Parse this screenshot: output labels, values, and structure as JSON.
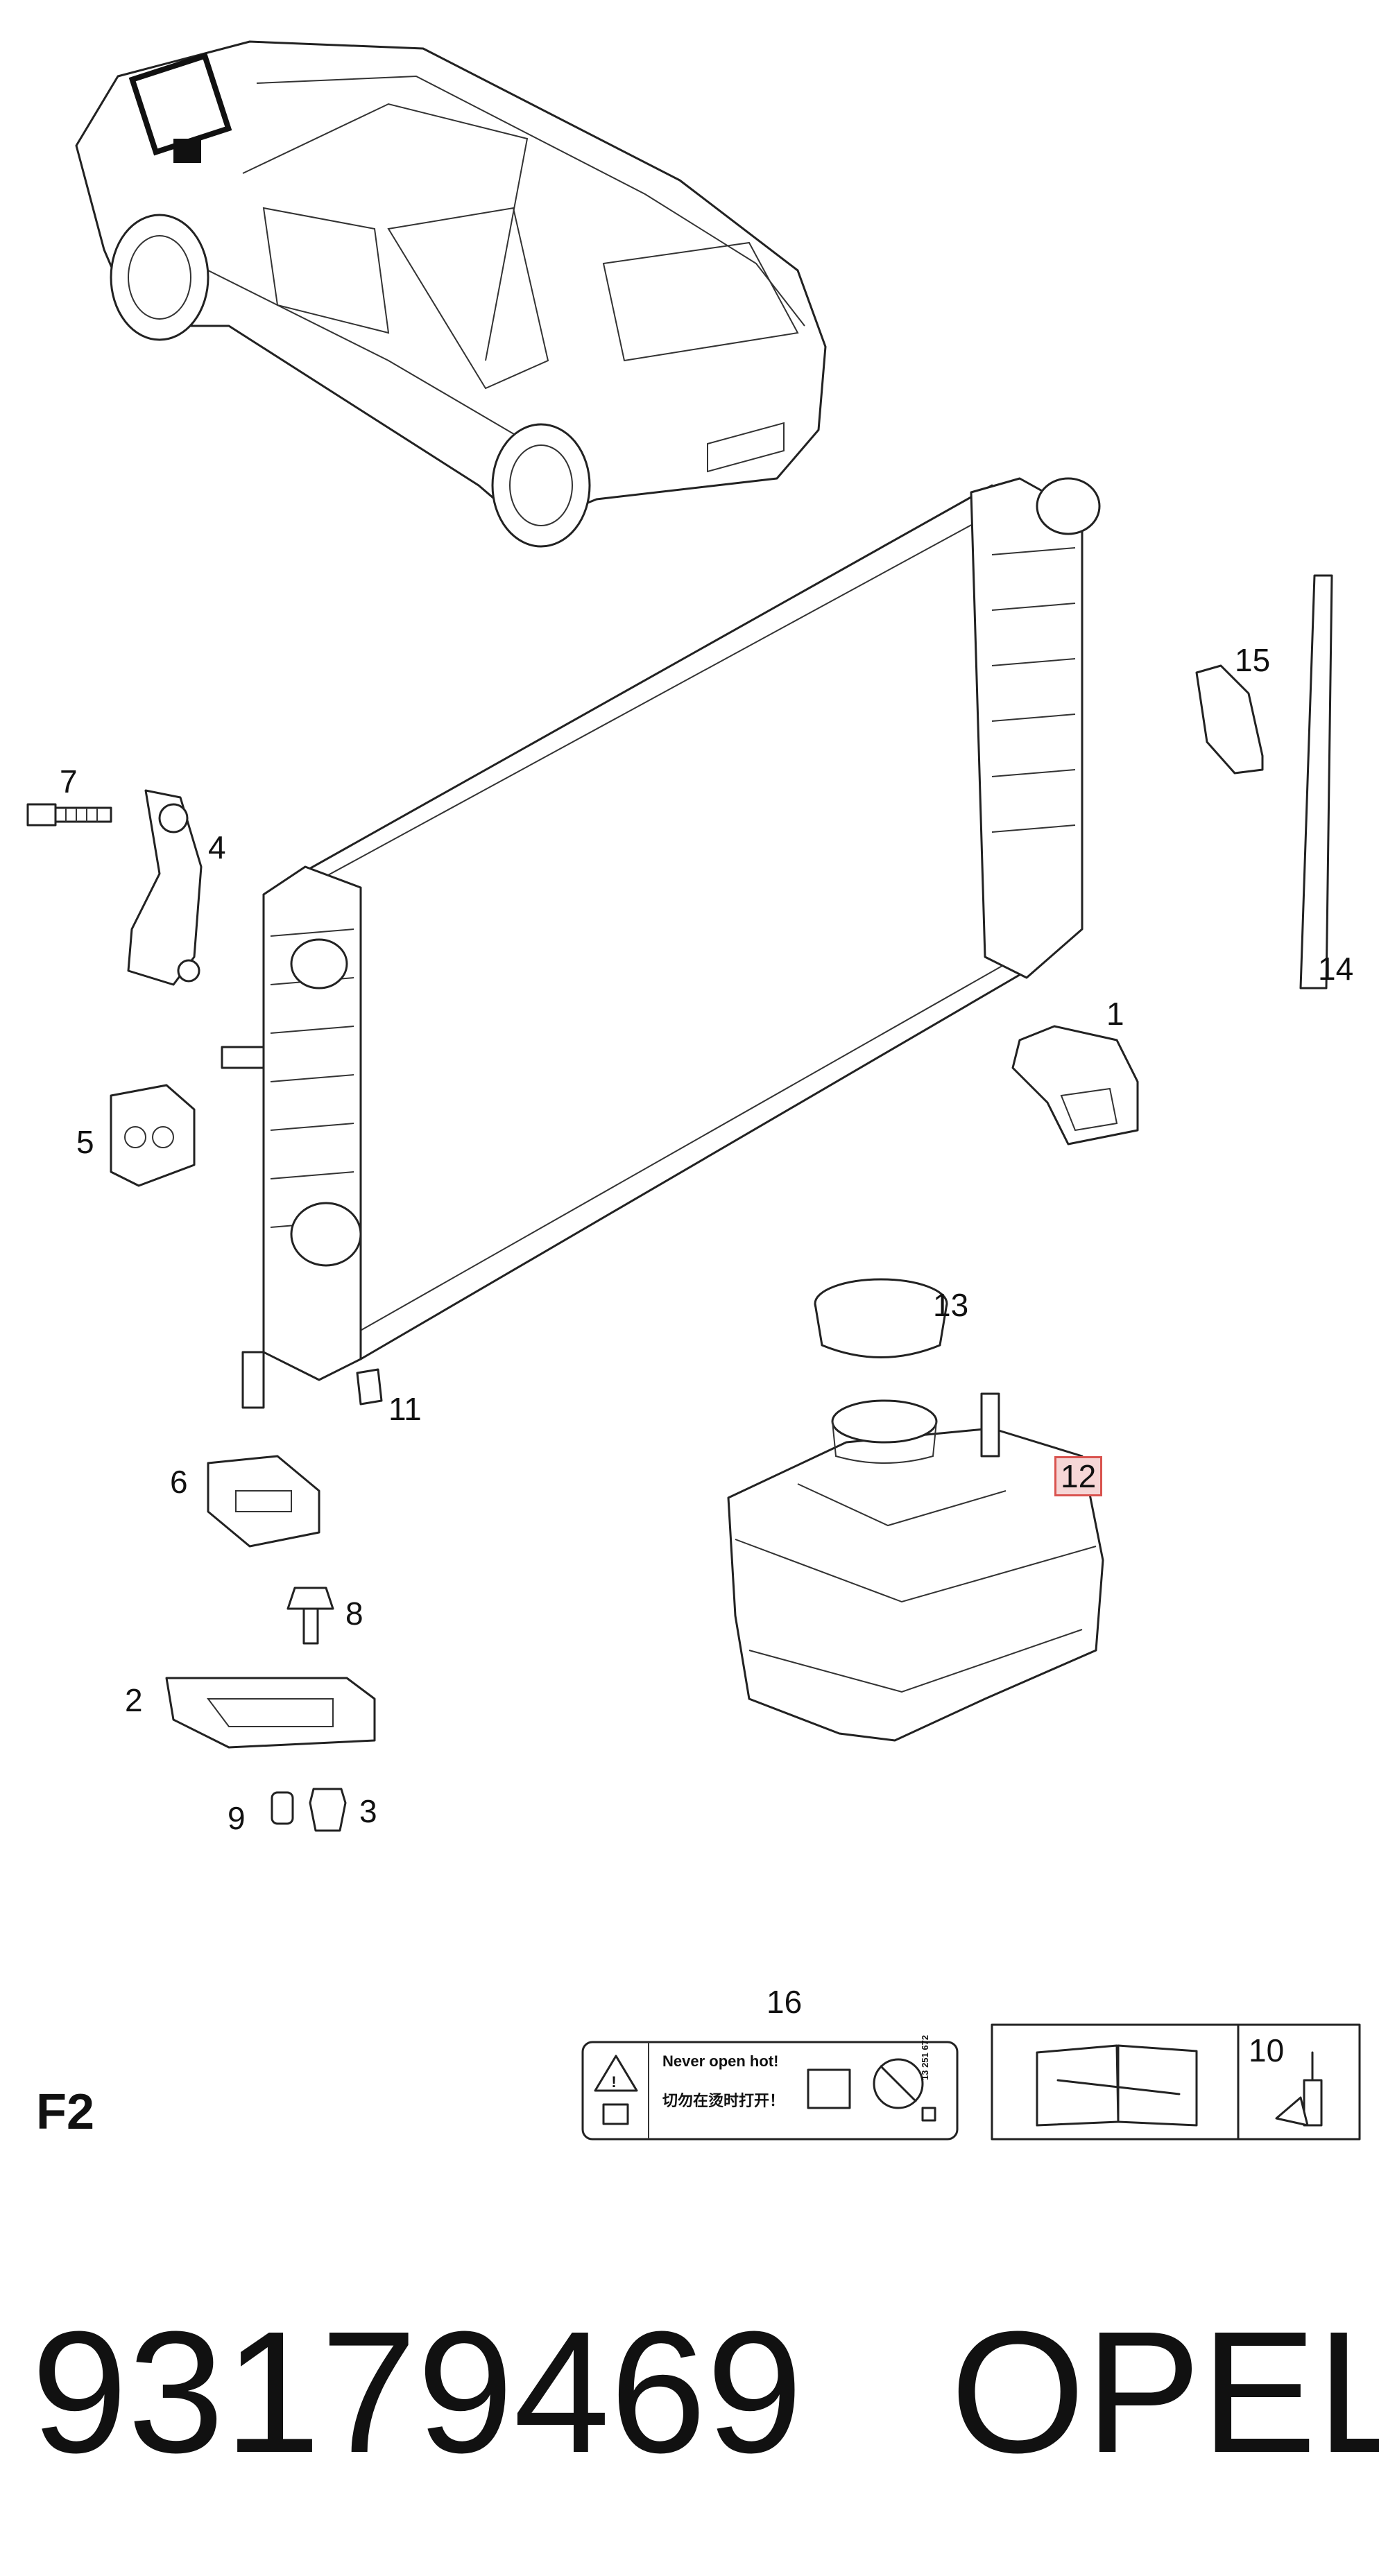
{
  "callouts": {
    "c1": "1",
    "c2": "2",
    "c3": "3",
    "c4": "4",
    "c5": "5",
    "c6": "6",
    "c7": "7",
    "c8": "8",
    "c9": "9",
    "c10": "10",
    "c11": "11",
    "c12": "12",
    "c13": "13",
    "c14": "14",
    "c15": "15",
    "c16": "16"
  },
  "highlighted_callout": "12",
  "section_label": "F2",
  "warning_label": {
    "line1": "Never open hot!",
    "line2": "切勿在烫时打开！",
    "code": "13 251 672"
  },
  "footer": {
    "part_number": "93179469",
    "brand": "OPEL"
  },
  "colors": {
    "line": "#222222",
    "highlight_fill": "#f6d6d6",
    "highlight_stroke": "#d9534f"
  }
}
